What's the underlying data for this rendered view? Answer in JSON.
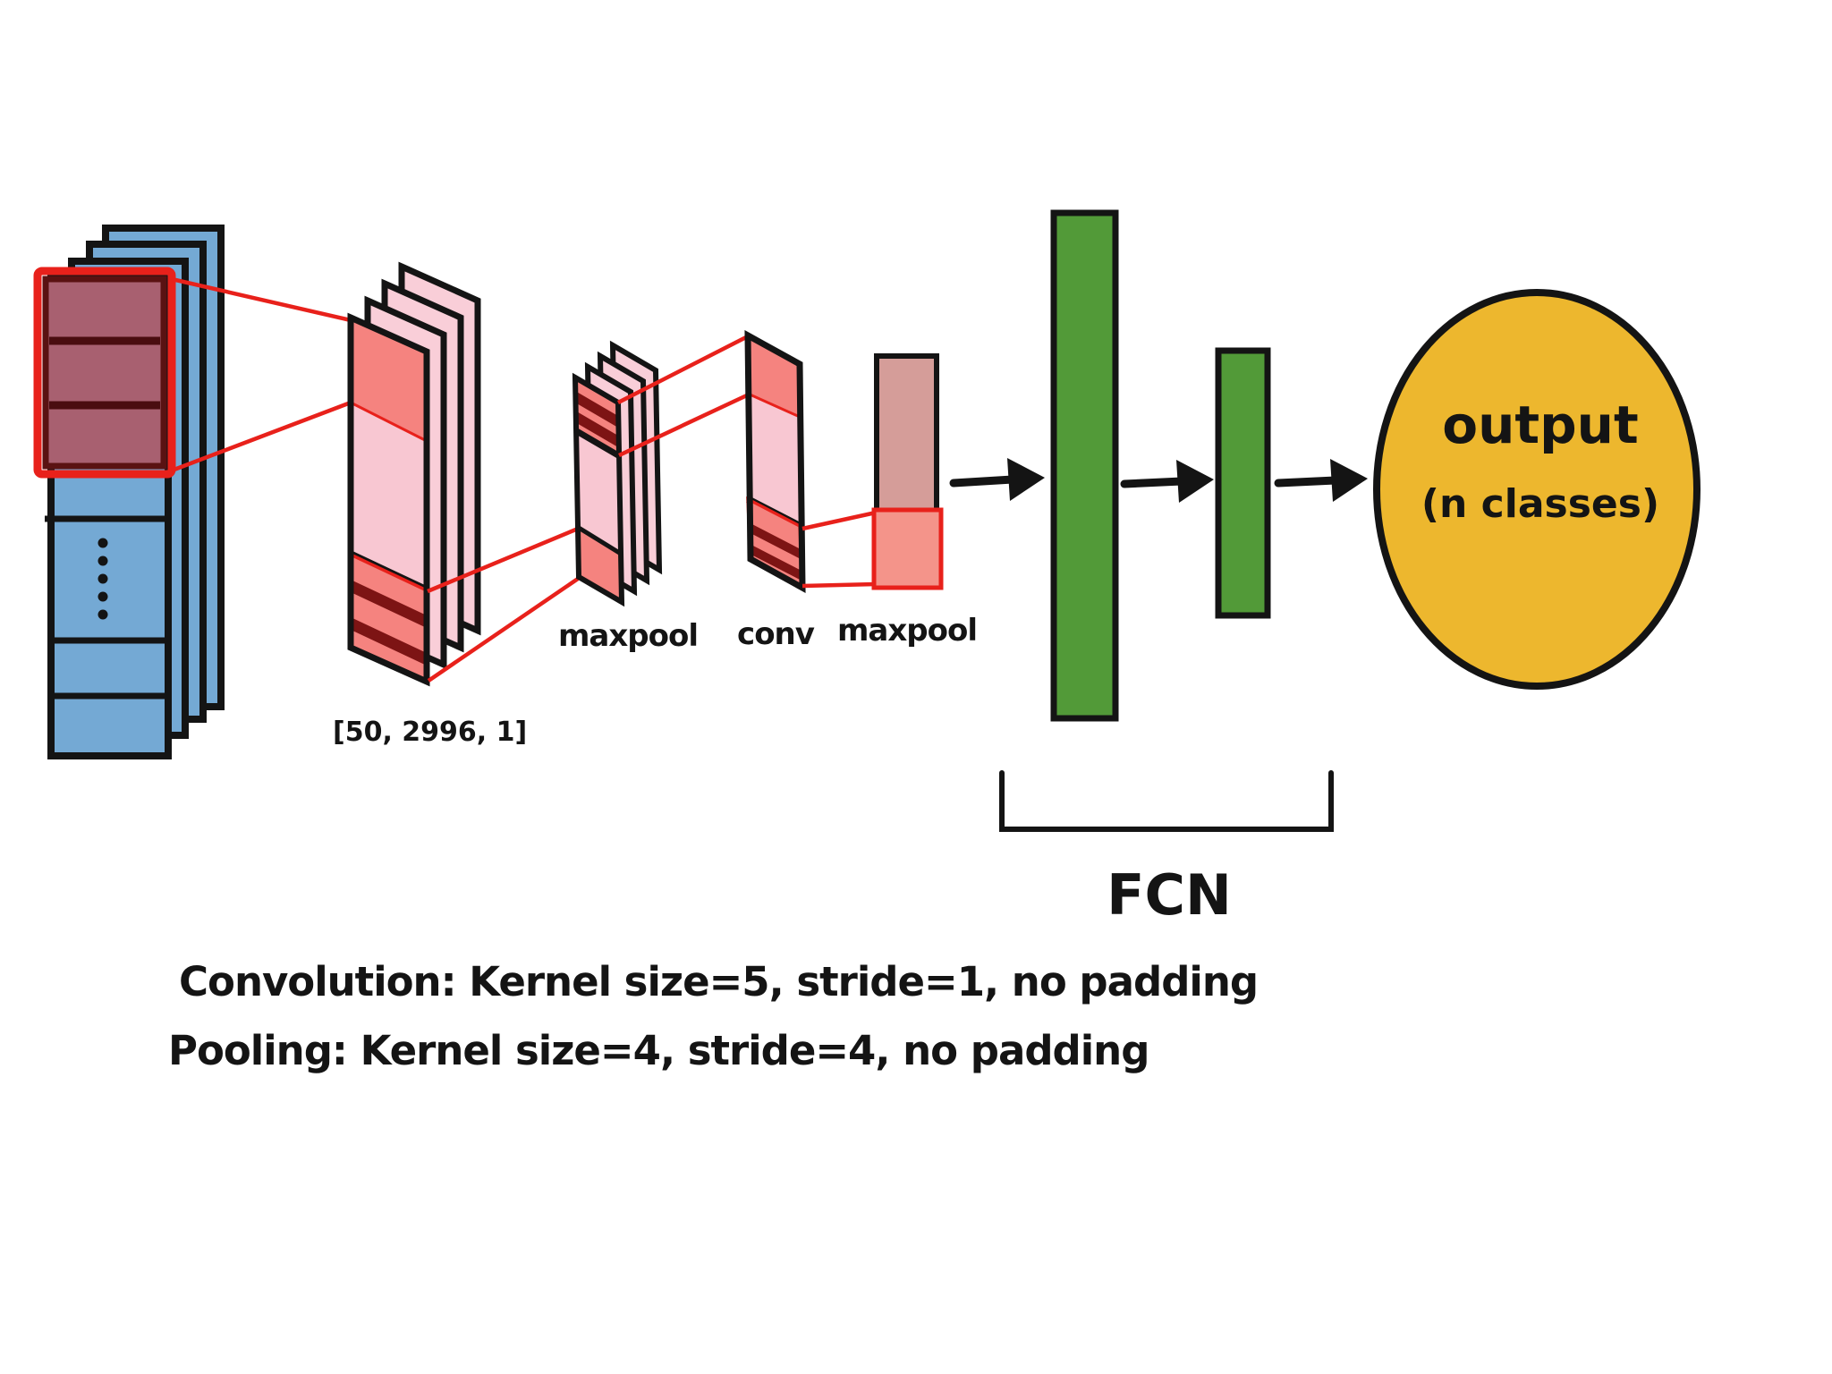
{
  "labels": {
    "conv1_shape": "[50, 2996, 1]",
    "maxpool1": "maxpool",
    "conv2": "conv",
    "maxpool2": "maxpool",
    "fcn": "FCN"
  },
  "output_node": {
    "title": "output",
    "subtitle": "(n classes)"
  },
  "notes": {
    "convolution": "Convolution: Kernel size=5, stride=1, no padding",
    "pooling": "Pooling: Kernel size=4, stride=4, no padding"
  },
  "palette": {
    "input_blue": "#74A9D4",
    "feature_map_pink": "#F8C7D2",
    "feature_map_pink_back": "#F9CED8",
    "kernel_salmon": "#F5837F",
    "stripe_dark_red": "#7D1414",
    "receptive_field_maroon": "#A86070",
    "highlight_red": "#E8211B",
    "fc_green": "#529A38",
    "output_yellow": "#EDB72E",
    "pooled_rosy": "#D59D99",
    "pooled_salmon": "#F4948A",
    "outline_black": "#141414"
  }
}
